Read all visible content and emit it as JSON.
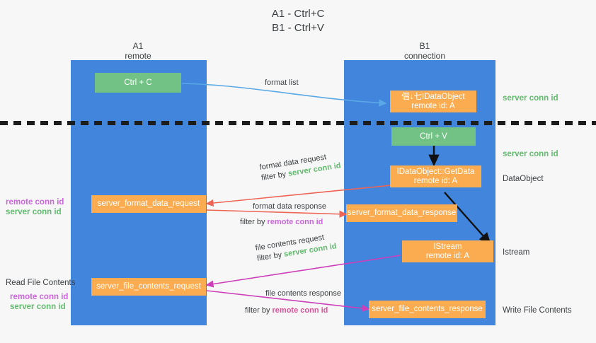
{
  "title": {
    "line1": "A1 - Ctrl+C",
    "line2": "B1 - Ctrl+V"
  },
  "columns": [
    {
      "name": "A1",
      "sub": "remote"
    },
    {
      "name": "B1",
      "sub": "connection"
    }
  ],
  "boxes": [
    {
      "id": "ctrl-c",
      "line1": "Ctrl + C",
      "line2": "",
      "color": "#72c285"
    },
    {
      "id": "ole-idataobject",
      "line1": "倡↓七IDataObject",
      "line2": "remote id: A",
      "color": "#fbac50"
    },
    {
      "id": "ctrl-v",
      "line1": "Ctrl + V",
      "line2": "",
      "color": "#72c285"
    },
    {
      "id": "idataobject-getdata",
      "line1": "IDataObject::GetData",
      "line2": "remote id: A",
      "color": "#fbac50"
    },
    {
      "id": "server-format-data-request",
      "line1": "server_format_data_request",
      "line2": "",
      "color": "#fbac50"
    },
    {
      "id": "server-format-data-response",
      "line1": "server_format_data_response",
      "line2": "",
      "color": "#fbac50"
    },
    {
      "id": "istream",
      "line1": "IStream",
      "line2": "remote id: A",
      "color": "#fbac50"
    },
    {
      "id": "server-file-contents-request",
      "line1": "server_file_contents_request",
      "line2": "",
      "color": "#fbac50"
    },
    {
      "id": "server-file-contents-response",
      "line1": "server_file_contents_response",
      "line2": "",
      "color": "#fbac50"
    }
  ],
  "annotations": {
    "format_list": "format list",
    "format_data_request": "format data request",
    "format_data_response": "format data response",
    "file_contents_request": "file contents request",
    "file_contents_response": "file contents response",
    "filter_by": "filter by",
    "server_conn_id": "server conn id",
    "remote_conn_id": "remote conn id"
  },
  "right_labels": [
    {
      "id": "server-conn-id-top",
      "text": "server conn id",
      "kind": "green"
    },
    {
      "id": "server-conn-id-mid",
      "text": "server conn id",
      "kind": "green"
    },
    {
      "id": "dataobject",
      "text": "DataObject",
      "kind": "plain"
    },
    {
      "id": "istream",
      "text": "Istream",
      "kind": "plain"
    },
    {
      "id": "write-file-contents",
      "text": "Write File Contents",
      "kind": "plain"
    }
  ],
  "left_labels": {
    "group_format": {
      "remote": "remote conn id",
      "server": "server conn id"
    },
    "read_file_contents": "Read File Contents",
    "group_file": {
      "remote": "remote conn id",
      "server": "server conn id"
    }
  },
  "colors": {
    "lane": "#4285dd",
    "green_box": "#72c285",
    "orange_box": "#fbac50",
    "green_text": "#62bb6e",
    "magenta_text": "#cc66dd",
    "pink_text": "#e0519a",
    "blue_arrow": "#5aa9e6",
    "red_arrow": "#ee6455",
    "magenta_arrow": "#cc3fb8",
    "black_arrow": "#111111",
    "background": "#f7f7f7"
  }
}
